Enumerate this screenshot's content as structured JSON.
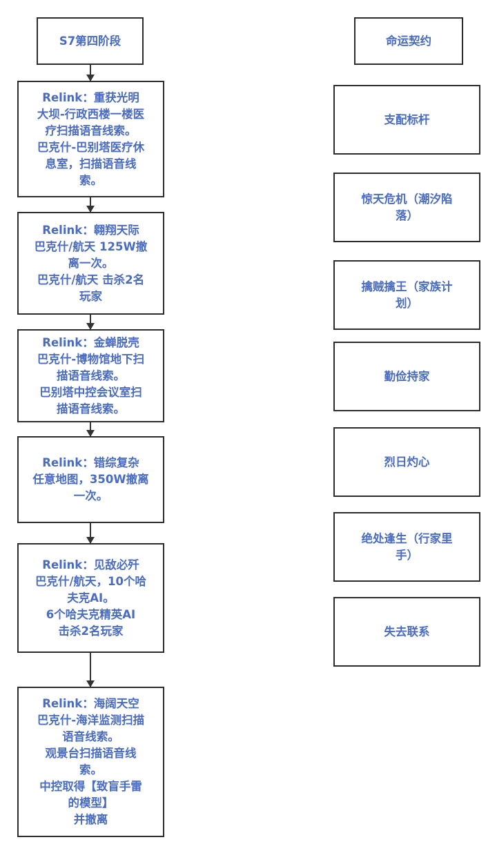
{
  "left_column": {
    "title": "S7第四阶段",
    "steps": [
      "Relink：重获光明\n大坝-行政西楼一楼医\n疗扫描语音线索。\n巴克什-巴别塔医疗休\n息室，扫描语音线\n索。",
      "Relink：翱翔天际\n巴克什/航天 125W撤\n离一次。\n巴克什/航天 击杀2名\n玩家",
      "Relink：金蝉脱壳\n巴克什-博物馆地下扫\n描语音线索。\n巴别塔中控会议室扫\n描语音线索。",
      "Relink：错综复杂\n任意地图，350W撤离\n一次。",
      "Relink：见敌必歼\n巴克什/航天，10个哈\n夫克AI。\n6个哈夫克精英AI\n击杀2名玩家",
      "Relink：海阔天空\n巴克什-海洋监测扫描\n语音线索。\n观景台扫描语音线\n索。\n中控取得【致盲手雷\n的模型】\n并撤离"
    ]
  },
  "right_column": {
    "title": "命运契约",
    "items": [
      "支配标杆",
      "惊天危机（潮汐陷\n落）",
      "擒贼擒王（家族计\n划）",
      "勤俭持家",
      "烈日灼心",
      "绝处逢生（行家里\n手）",
      "失去联系"
    ]
  }
}
